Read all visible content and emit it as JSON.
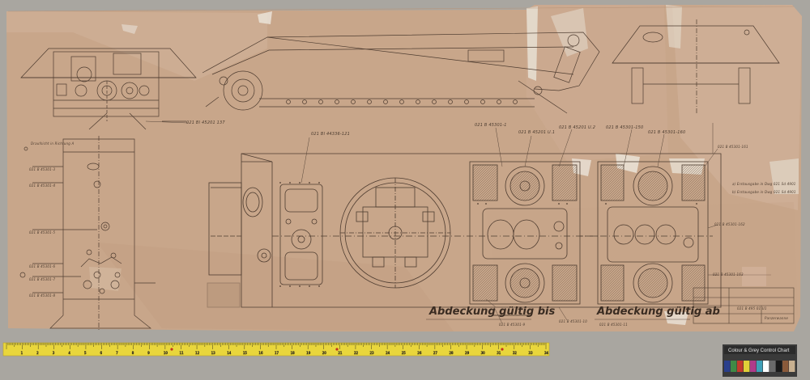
{
  "drawing": {
    "title_left": "Abdeckung gültig bis",
    "title_right": "Abdeckung gültig ab",
    "stamp": "Panzerwanne",
    "corner_note": "Draufsicht in Richtung A",
    "revision_lines": [
      "a) Erstausgabe in Dwg 021 Sd 4901",
      "b) Erstausgabe in Dwg 021 Sd 4901"
    ],
    "labels": {
      "top_1": "021 B 45301-1",
      "top_2": "021 B 45201 U.1",
      "top_3": "021 B 45201 U.2",
      "top_4": "021 B 45301-150",
      "top_5": "021 B 45301-160",
      "left_1": "021 Bl 45201 137",
      "left_2": "021 B 45301-3",
      "left_3": "021 B 45301-4",
      "left_4": "021 B 45301-5",
      "left_5": "021 B 45301-6",
      "left_6": "021 B 45301-7",
      "left_7": "021 B 45301-8",
      "mid_1": "021 Bl 44336-121",
      "right_1": "021 B 45301-161",
      "right_2": "021 B 45301-162",
      "right_3": "021 B 45301-163",
      "bottom_1": "021 B 45301-9",
      "bottom_2": "021 B 45301-10",
      "bottom_3": "021 B 45301-11",
      "tb_number": "021 B 495 01 U1"
    }
  },
  "scale": {
    "ticks": [
      "1",
      "2",
      "3",
      "4",
      "5",
      "6",
      "7",
      "8",
      "9",
      "10",
      "11",
      "12",
      "13",
      "14",
      "15",
      "16",
      "17",
      "18",
      "19",
      "20",
      "21",
      "22",
      "23",
      "24",
      "25",
      "26",
      "27",
      "28",
      "29",
      "30",
      "31",
      "32",
      "33",
      "34"
    ]
  },
  "color_card": {
    "title": "Colour & Grey Control Chart",
    "patches": [
      "#2a3f8c",
      "#3f8a46",
      "#c23a2c",
      "#e0d038",
      "#b03a8a",
      "#3fa0b8",
      "#ffffff",
      "#6a6a6a",
      "#1a1a1a",
      "#8a5a3a",
      "#c8b090"
    ]
  }
}
